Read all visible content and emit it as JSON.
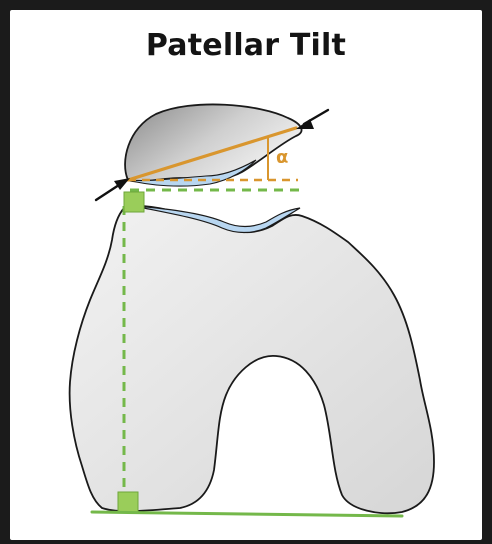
{
  "title": "Patellar Tilt",
  "angle_label": "α",
  "colors": {
    "background": "#1b1b1b",
    "panel": "#ffffff",
    "bone_fill": "#dedede",
    "bone_stroke": "#1a1a1a",
    "cartilage": "#b8d6f0",
    "tilt_line": "#d9962e",
    "reference_line": "#74b84a",
    "right_angle_marker": "#9acd5a",
    "arrow": "#111111"
  },
  "icons": {
    "femur": "femur-condyle-shape",
    "patella": "patella-shape",
    "arrows": "arrowhead-icon"
  }
}
